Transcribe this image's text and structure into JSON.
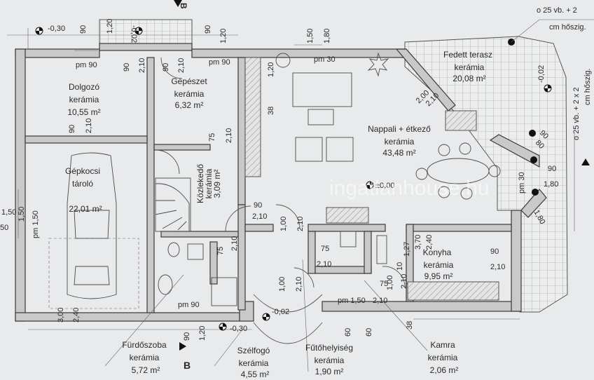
{
  "rooms": {
    "dolgozo": {
      "name": "Dolgozó",
      "floor": "kerámia",
      "area": "10,55 m²"
    },
    "gepeszet": {
      "name": "Gépészet",
      "floor": "kerámia",
      "area": "6,32 m²"
    },
    "gepkocsi": {
      "name": "Gépkocsi",
      "name2": "tároló",
      "area": "22,01 m²"
    },
    "kozlekedo": {
      "name": "Közlekedő",
      "floor": "kerámia",
      "area": "3,09 m²"
    },
    "nappali": {
      "name": "Nappali + étkező",
      "floor": "kerámia",
      "area": "43,48 m²"
    },
    "terasz": {
      "name": "Fedett terasz",
      "floor": "kerámia",
      "area": "20,08 m²"
    },
    "konyha": {
      "name": "Konyha",
      "floor": "kerámia",
      "area": "9,95 m²"
    },
    "furdoszoba": {
      "name": "Fürdőszoba",
      "floor": "kerámia",
      "area": "5,72 m²"
    },
    "szelfogo": {
      "name": "Szélfogó",
      "floor": "kerámia",
      "area": "4,55 m²"
    },
    "futohelyiseg": {
      "name": "Fűtőhelyiség",
      "floor": "kerámia",
      "area": "1,90 m²"
    },
    "kamra": {
      "name": "Kamra",
      "floor": "kerámia",
      "area": "2,06 m²"
    }
  },
  "notes": {
    "top_right_1": "o 25 vb. + 2",
    "top_right_2": "cm hőszig.",
    "right_side_1": "o 25 vb. + 2 x 2",
    "right_side_2": "cm hőszig."
  },
  "levels": {
    "a": "-0,30",
    "b": "-0,02",
    "c": "±0,00",
    "d": "-0,02",
    "e": "-0,30",
    "f": "-0,02"
  },
  "section_marks": {
    "top": "B",
    "bottom": "B"
  },
  "dims": {
    "d90": "90",
    "d120": "1,20",
    "d210": "2,10",
    "d150": "1,50",
    "d180": "1,80",
    "pm90": "pm 90",
    "pm30": "pm 30",
    "pm150": "pm 1,50",
    "d200": "2,00",
    "d38": "38",
    "d75": "75",
    "d100": "1,00",
    "d300": "3,00",
    "d240": "2,40",
    "d370": "3,70",
    "d127": "1,27",
    "d10": "10",
    "d60": "60",
    "d50": "50",
    "d80": "80",
    "pm150side": "pm 1,50",
    "d150left": "1,50",
    "d_1_80": "1,80"
  },
  "watermark": "ingatlanhouse.hu"
}
